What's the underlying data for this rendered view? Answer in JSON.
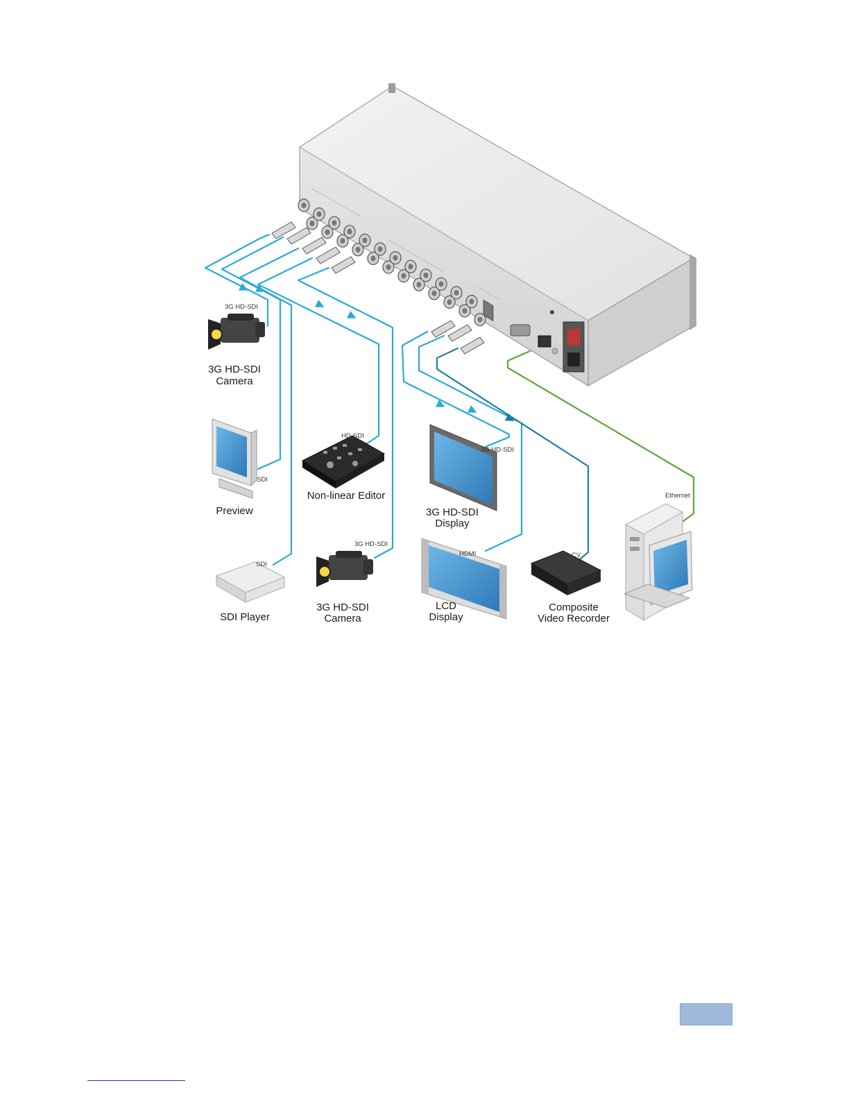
{
  "colors": {
    "sdi_cable": "#2aa9d8",
    "cv_cable": "#1d7fa5",
    "ethernet_cable": "#5aa63c",
    "chassis": "#e4e4e4",
    "screen": "#3d8fce",
    "page_box": "#9fb9dc"
  },
  "devices": {
    "camera_top": [
      "3G HD-SDI",
      "Camera"
    ],
    "preview": "Preview",
    "sdi_player": "SDI Player",
    "nle": "Non-linear Editor",
    "camera_bottom": [
      "3G HD-SDI",
      "Camera"
    ],
    "display_3g": [
      "3G HD-SDI",
      "Display"
    ],
    "lcd_display": [
      "LCD",
      "Display"
    ],
    "recorder": [
      "Composite",
      "Video Recorder"
    ]
  },
  "cable_labels": {
    "camera_top": "3G HD-SDI",
    "preview": "SDI",
    "sdi_player": "SDI",
    "nle": "HD-SDI",
    "camera_bottom": "3G HD-SDI",
    "display_3g": "3G HD-SDI",
    "lcd": "HDMI",
    "recorder": "CV",
    "pc": "Ethernet"
  },
  "icons": [
    "bnc-connector-icon",
    "video-camera-icon",
    "crt-monitor-icon",
    "player-deck-icon",
    "editor-console-icon",
    "flat-display-icon",
    "recorder-icon",
    "desktop-pc-icon",
    "direction-arrow-icon"
  ]
}
